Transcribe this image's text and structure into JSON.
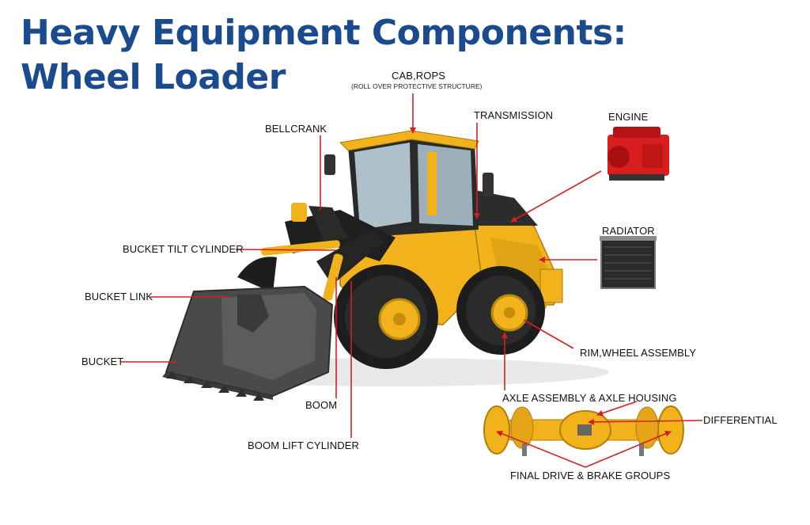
{
  "title": {
    "line1": "Heavy Equipment Components:",
    "line2": "Wheel Loader"
  },
  "labels": {
    "cab_rops": "CAB,ROPS",
    "cab_rops_sub": "(ROLL OVER PROTECTIVE STRUCTURE)",
    "transmission": "TRANSMISSION",
    "engine": "ENGINE",
    "bellcrank": "BELLCRANK",
    "radiator": "RADIATOR",
    "bucket_tilt_cylinder": "BUCKET TILT CYLINDER",
    "bucket_link": "BUCKET LINK",
    "bucket": "BUCKET",
    "rim_wheel_assembly": "RIM,WHEEL ASSEMBLY",
    "axle_assembly": "AXLE ASSEMBLY & AXLE HOUSING",
    "differential": "DIFFERENTIAL",
    "boom": "BOOM",
    "boom_lift_cylinder": "BOOM LIFT CYLINDER",
    "final_drive": "FINAL DRIVE & BRAKE GROUPS"
  },
  "colors": {
    "title": "#1b4b8f",
    "arrow": "#d42020",
    "machine_yellow": "#f2b21b",
    "engine_red": "#d81e1e",
    "tire": "#1d1d1d",
    "bucket": "#4a4a4a"
  }
}
